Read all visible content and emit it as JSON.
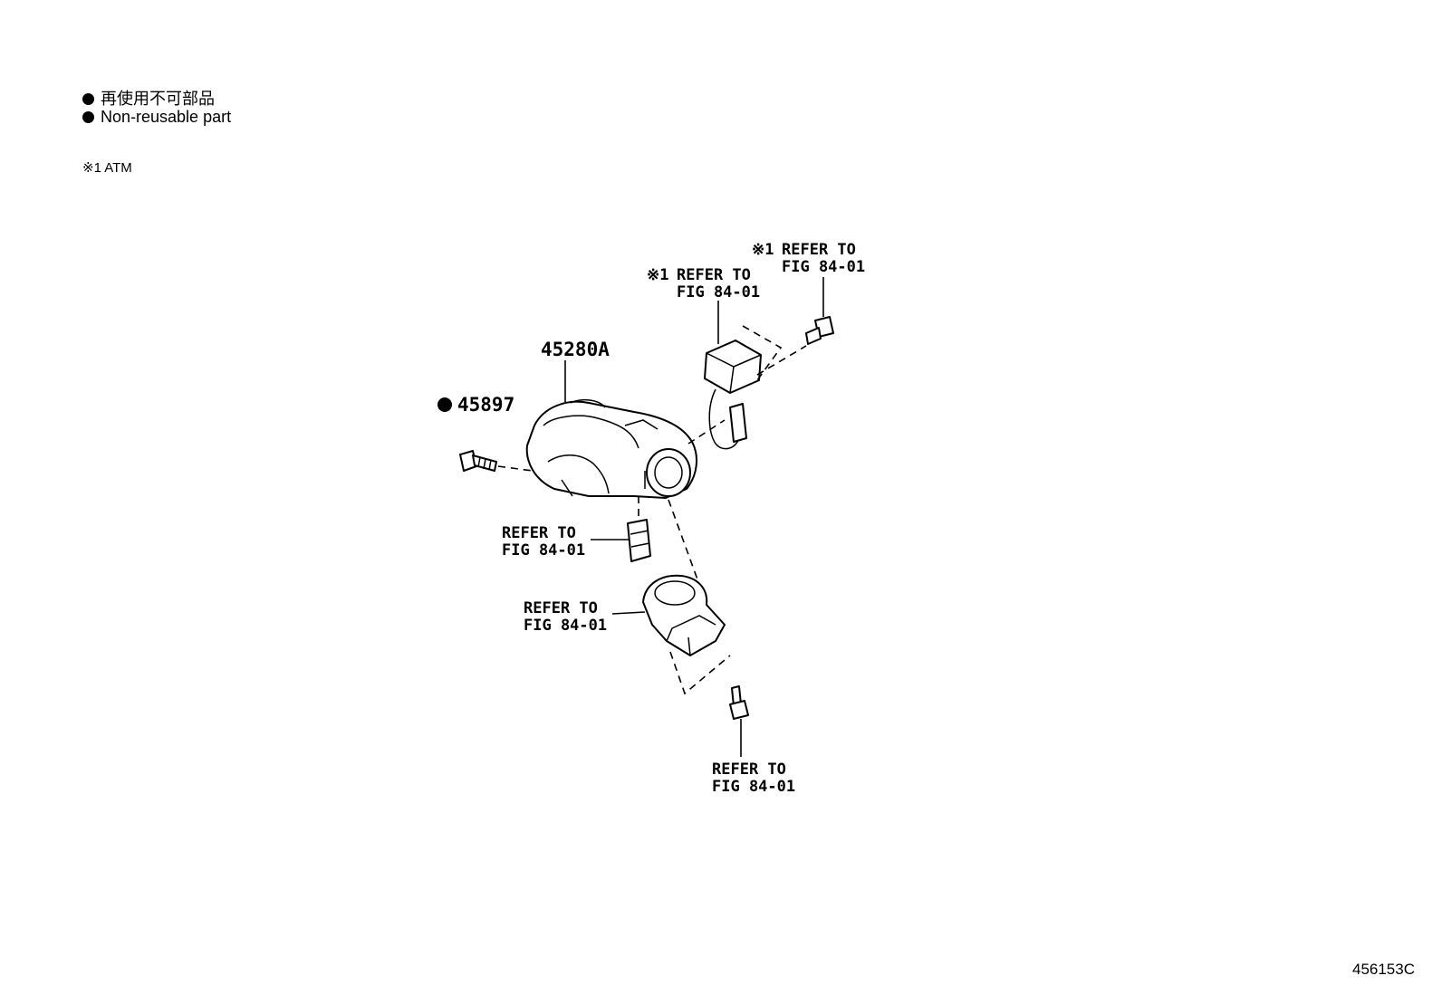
{
  "legend": {
    "line1": "再使用不可部品",
    "line2": "Non-reusable part",
    "note": "※1 ATM"
  },
  "figure_id": "456153C",
  "callouts": {
    "part_45280a": "45280A",
    "part_45897": "45897",
    "refer_top_right": {
      "mark": "※1",
      "line1": "REFER TO",
      "line2": "FIG 84-01"
    },
    "refer_top_mid": {
      "mark": "※1",
      "line1": "REFER TO",
      "line2": "FIG 84-01"
    },
    "refer_mid": {
      "line1": "REFER TO",
      "line2": "FIG 84-01"
    },
    "refer_lower": {
      "line1": "REFER TO",
      "line2": "FIG 84-01"
    },
    "refer_bottom": {
      "line1": "REFER TO",
      "line2": "FIG 84-01"
    }
  }
}
